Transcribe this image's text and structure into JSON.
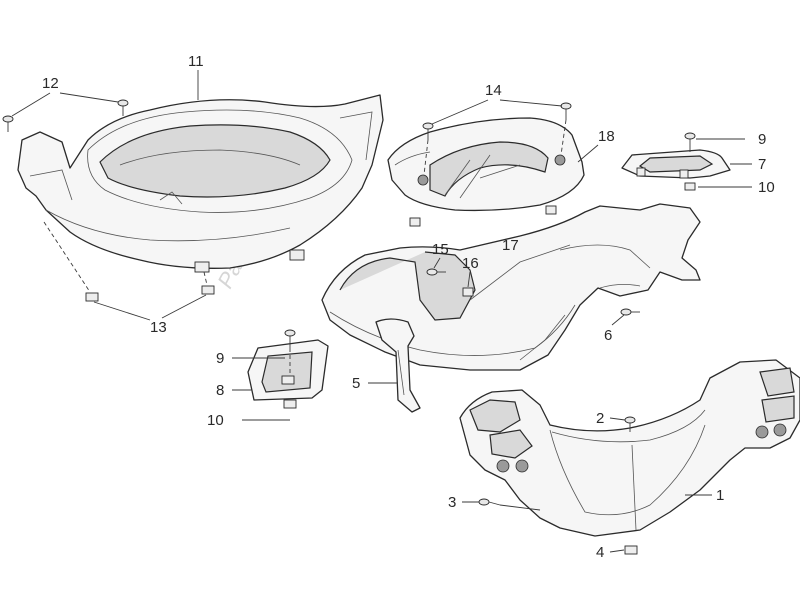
{
  "watermark": "PartsRepublik",
  "callouts": {
    "c1": "1",
    "c2": "2",
    "c3": "3",
    "c4": "4",
    "c5": "5",
    "c6": "6",
    "c7": "7",
    "c8": "8",
    "c9a": "9",
    "c9b": "9",
    "c10a": "10",
    "c10b": "10",
    "c11": "11",
    "c12": "12",
    "c13": "13",
    "c14": "14",
    "c15": "15",
    "c16": "16",
    "c17": "17",
    "c18": "18"
  }
}
